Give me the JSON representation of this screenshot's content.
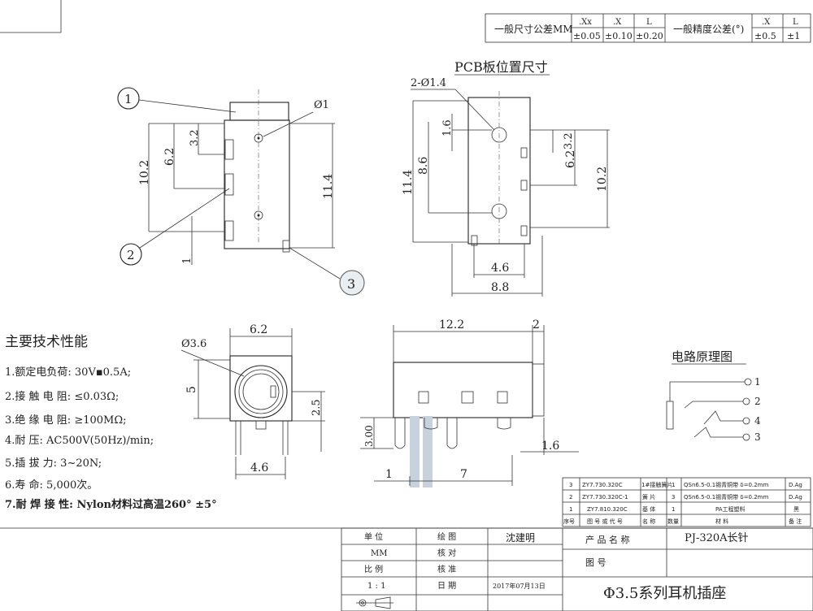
{
  "tolerance": {
    "label1": "一般尺寸公差MM",
    "h_xx": ".Xx",
    "h_x": ".X",
    "h_l": "L",
    "v_xx": "±0.05",
    "v_x": "±0.10",
    "v_l": "±0.20",
    "label2": "一般精度公差(°)",
    "h2_x": ".X",
    "h2_l": "L",
    "v2_x": "±0.5",
    "v2_l": "±1"
  },
  "pcb": {
    "title": "PCB板位置尺寸",
    "hole": "2-Ø1.4",
    "d16": "1.6",
    "d86": "8.6",
    "d114": "11.4",
    "d32": "3.2",
    "d62": "6.2",
    "d102": "10.2",
    "d46": "4.6",
    "d88": "8.8"
  },
  "left_view": {
    "c1": "1",
    "c2": "2",
    "c3": "3",
    "phi1": "Ø1",
    "d32": "3.2",
    "d62": "6.2",
    "d102": "10.2",
    "d114": "11.4",
    "d1": "1"
  },
  "front_view": {
    "phi36": "Ø3.6",
    "d62": "6.2",
    "d5": "5",
    "d25": "2.5",
    "d46": "4.6"
  },
  "side_view": {
    "d122": "12.2",
    "d2": "2",
    "d300": "3.00",
    "d16": "1.6",
    "d1": "1",
    "d7": "7"
  },
  "specs": {
    "title": "主要技术性能",
    "items": [
      "1.额定电负荷:  30V▪0.5A;",
      "2.接 触 电 阻:  ≤0.03Ω;",
      "3.绝 缘 电 阻:  ≥100MΩ;",
      "4.耐         压: AC500V(50Hz)/min;",
      "5.插    拔    力: 3~20N;",
      "6.寿         命: 5,000次。",
      "7.耐 焊 接 性: Nylon材料过高温260° ±5°"
    ]
  },
  "circuit": {
    "title": "电路原理图",
    "p1": "1",
    "p2": "2",
    "p3": "3",
    "p4": "4"
  },
  "bom": {
    "rows": [
      [
        "3",
        "ZY7.730.320C",
        "1#接触簧片",
        "1",
        "QSn6.5-0.1锡青铜带 δ=0.2mm",
        "D.Ag"
      ],
      [
        "2",
        "ZY7.730.320C-1",
        "簧    片",
        "3",
        "QSn6.5-0.1锡青铜带 δ=0.2mm",
        "D.Ag"
      ],
      [
        "1",
        "ZY7.810.320C",
        "基    体",
        "1",
        "PA工程塑料",
        "黑"
      ]
    ],
    "header": [
      "序号",
      "图 号 或 代 号",
      "名    称",
      "数量",
      "材        料",
      "备  注"
    ]
  },
  "title_block": {
    "unit_label": "单    位",
    "unit": "MM",
    "draw_label": "绘    图",
    "drawer": "沈建明",
    "check_label": "核    对",
    "scale_label": "比    例",
    "approve_label": "核    准",
    "scale": "1 : 1",
    "date_label": "日    期",
    "date": "2017年07月13日",
    "product_label": "产  品  名  称",
    "product": "PJ-320A长针",
    "drawing_label": "图          号",
    "name": "Φ3.5系列耳机插座"
  }
}
